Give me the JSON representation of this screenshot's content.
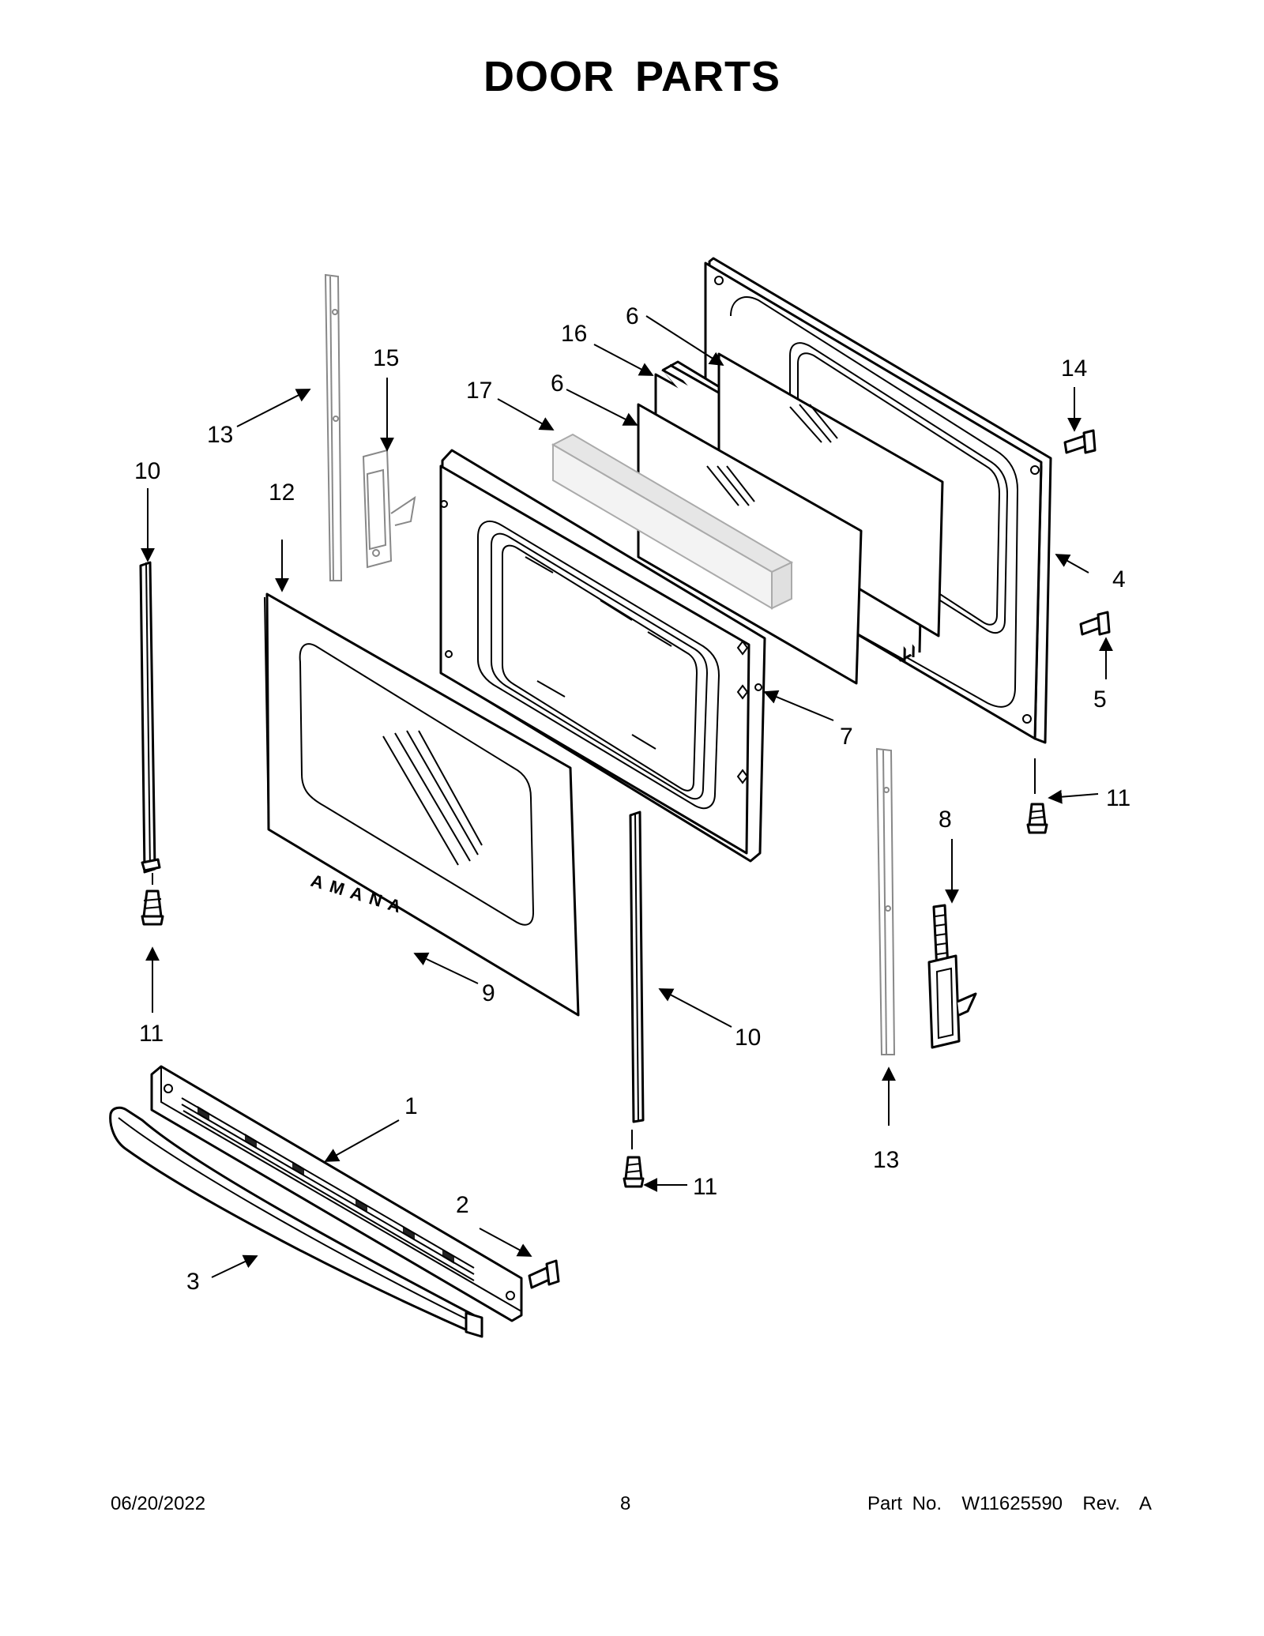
{
  "title": "DOOR PARTS",
  "brand_logo_text": "AMANA",
  "callouts": {
    "c1": "1",
    "c2": "2",
    "c3": "3",
    "c4": "4",
    "c5": "5",
    "c6a": "6",
    "c6b": "6",
    "c7": "7",
    "c8": "8",
    "c9": "9",
    "c10a": "10",
    "c10b": "10",
    "c11a": "11",
    "c11b": "11",
    "c11c": "11",
    "c12": "12",
    "c13a": "13",
    "c13b": "13",
    "c14": "14",
    "c15": "15",
    "c16": "16",
    "c17": "17"
  },
  "footer": {
    "date": "06/20/2022",
    "page": "8",
    "part_no": "Part No.  W11625590  Rev.  A"
  },
  "colors": {
    "line": "#000000",
    "background": "#ffffff",
    "ghost_part": "#888888"
  }
}
